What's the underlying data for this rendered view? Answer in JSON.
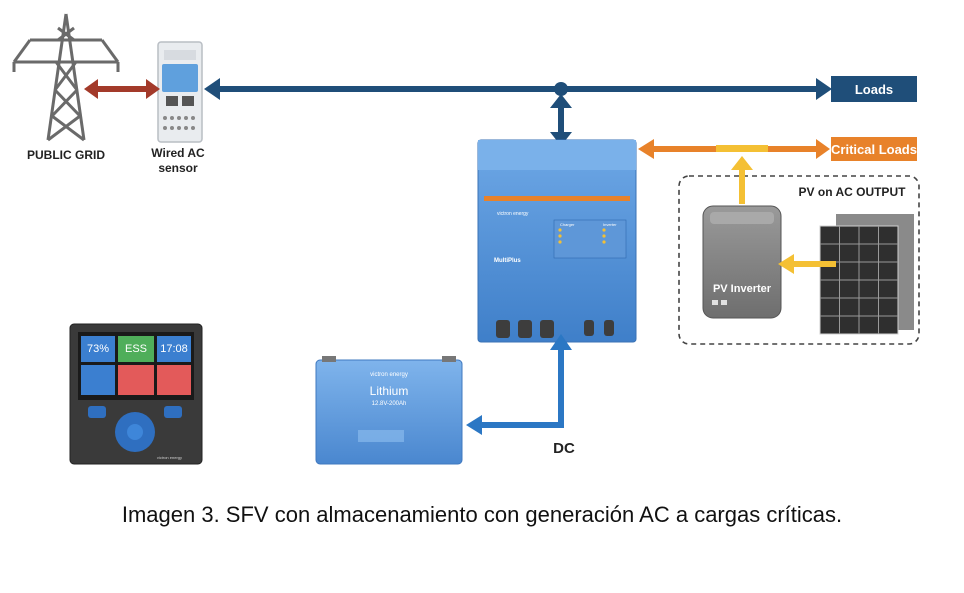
{
  "grid": {
    "label": "PUBLIC GRID"
  },
  "sensor": {
    "label": "Wired AC sensor"
  },
  "loads": {
    "label": "Loads",
    "color": "#1f4e79"
  },
  "critical_loads": {
    "label": "Critical Loads",
    "color": "#e8822a"
  },
  "pv_group": {
    "label": "PV on AC OUTPUT"
  },
  "pv_inverter": {
    "label": "PV Inverter"
  },
  "multiplus": {
    "brand": "victron energy",
    "model": "MultiPlus",
    "charger_label": "Charger",
    "inverter_label": "Inverter"
  },
  "battery": {
    "brand": "victron energy",
    "title": "Lithium",
    "spec": "12.8V-200Ah"
  },
  "gx_device": {
    "tile1": "73%",
    "tile2": "ESS",
    "tile3": "17:08",
    "brand": "victron energy"
  },
  "dc": {
    "label": "DC"
  },
  "caption": "Imagen 3. SFV con almacenamiento con generación AC a cargas críticas.",
  "colors": {
    "ac_bus": "#1f4e79",
    "grid_link": "#a33a2a",
    "critical": "#e8822a",
    "pv": "#f4c034",
    "dc": "#2b77c4",
    "equipment_blue": "#4e8fd6"
  }
}
